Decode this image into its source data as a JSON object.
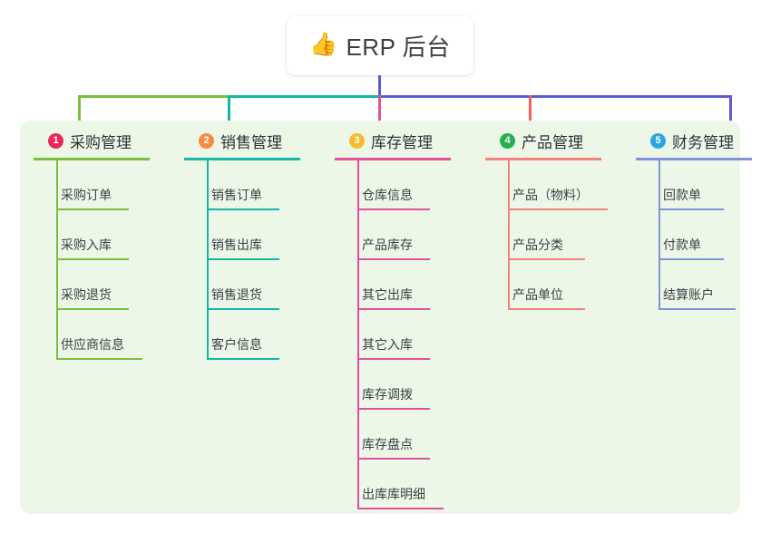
{
  "title": {
    "icon": "thumbs-up-icon",
    "icon_glyph": "👍",
    "text": "ERP 后台"
  },
  "colors": {
    "panel_background": "#edf7e8",
    "page_background": "#ffffff",
    "stem": "#5b5bd6",
    "bus_segment_1": "#7bbf3f",
    "bus_segment_2": "#11b8a6",
    "bus_segment_3": "#5b5bd6"
  },
  "columns": [
    {
      "index": "1",
      "badge_color": "#e8295a",
      "line_color": "#7bbf3f",
      "title": "采购管理",
      "head_rule_width": 128,
      "items": [
        {
          "label": "采购订单",
          "rule_width": 80
        },
        {
          "label": "采购入库",
          "rule_width": 80
        },
        {
          "label": "采购退货",
          "rule_width": 80
        },
        {
          "label": "供应商信息",
          "rule_width": 95
        }
      ]
    },
    {
      "index": "2",
      "badge_color": "#f58c42",
      "line_color": "#11b8a6",
      "title": "销售管理",
      "head_rule_width": 128,
      "items": [
        {
          "label": "销售订单",
          "rule_width": 80
        },
        {
          "label": "销售出库",
          "rule_width": 80
        },
        {
          "label": "销售退货",
          "rule_width": 80
        },
        {
          "label": "客户信息",
          "rule_width": 80
        }
      ]
    },
    {
      "index": "3",
      "badge_color": "#f5bc2e",
      "line_color": "#e0519b",
      "title": "库存管理",
      "head_rule_width": 128,
      "items": [
        {
          "label": "仓库信息",
          "rule_width": 80
        },
        {
          "label": "产品库存",
          "rule_width": 80
        },
        {
          "label": "其它出库",
          "rule_width": 80
        },
        {
          "label": "其它入库",
          "rule_width": 80
        },
        {
          "label": "库存调拨",
          "rule_width": 80
        },
        {
          "label": "库存盘点",
          "rule_width": 80
        },
        {
          "label": "出库库明细",
          "rule_width": 95
        }
      ]
    },
    {
      "index": "4",
      "badge_color": "#22b14c",
      "line_color": "#f4827c",
      "title": "产品管理",
      "head_rule_width": 128,
      "items": [
        {
          "label": "产品（物料）",
          "rule_width": 110
        },
        {
          "label": "产品分类",
          "rule_width": 85
        },
        {
          "label": "产品单位",
          "rule_width": 85
        }
      ]
    },
    {
      "index": "5",
      "badge_color": "#29a8e0",
      "line_color": "#7f94d8",
      "title": "财务管理",
      "head_rule_width": 128,
      "items": [
        {
          "label": "回款单",
          "rule_width": 72
        },
        {
          "label": "付款单",
          "rule_width": 72
        },
        {
          "label": "结算账户",
          "rule_width": 85
        }
      ]
    }
  ]
}
